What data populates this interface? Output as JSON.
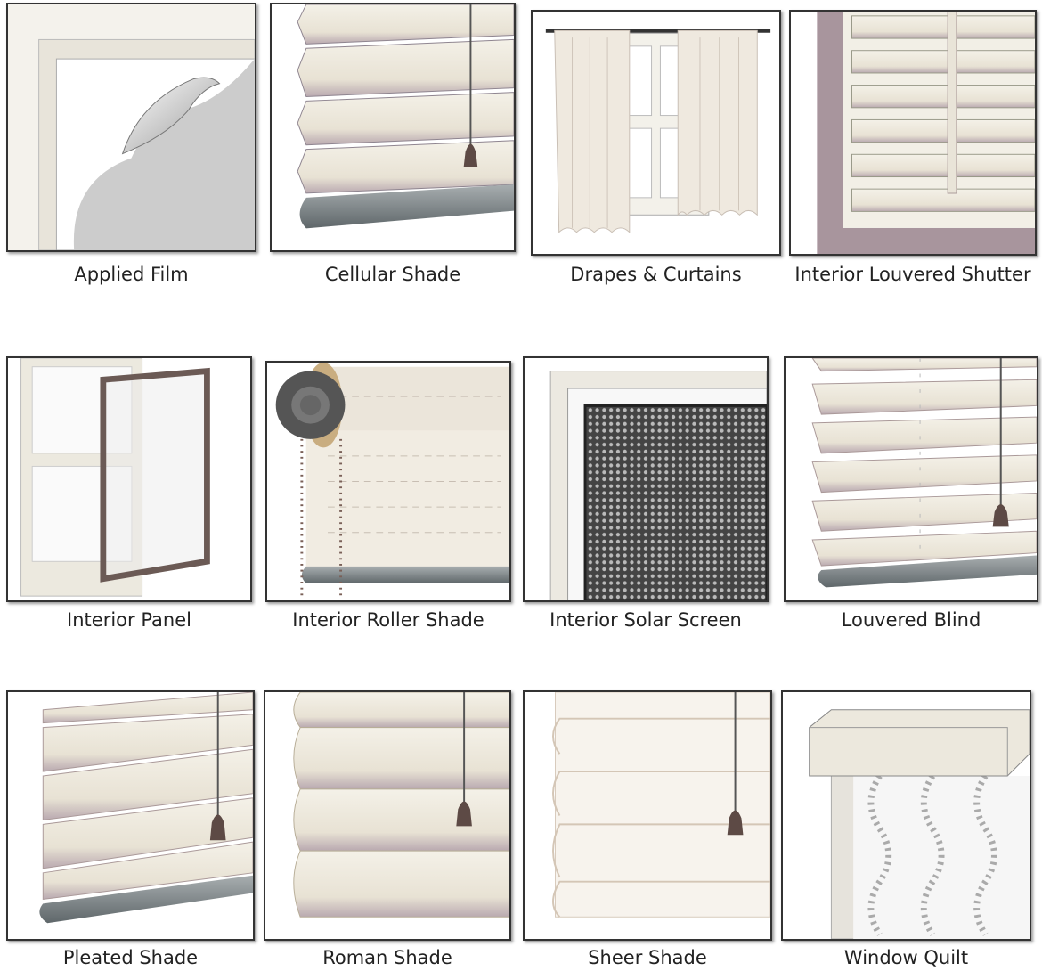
{
  "items": [
    {
      "label": "Applied Film",
      "icon": "applied-film"
    },
    {
      "label": "Cellular Shade",
      "icon": "cellular-shade"
    },
    {
      "label": "Drapes & Curtains",
      "icon": "drapes-curtains"
    },
    {
      "label": "Interior Louvered Shutter",
      "icon": "louvered-shutter"
    },
    {
      "label": "Interior Panel",
      "icon": "interior-panel"
    },
    {
      "label": "Interior Roller Shade",
      "icon": "roller-shade"
    },
    {
      "label": "Interior Solar Screen",
      "icon": "solar-screen"
    },
    {
      "label": "Louvered Blind",
      "icon": "louvered-blind"
    },
    {
      "label": "Pleated Shade",
      "icon": "pleated-shade"
    },
    {
      "label": "Roman Shade",
      "icon": "roman-shade"
    },
    {
      "label": "Sheer Shade",
      "icon": "sheer-shade"
    },
    {
      "label": "Window Quilt",
      "icon": "window-quilt"
    }
  ]
}
